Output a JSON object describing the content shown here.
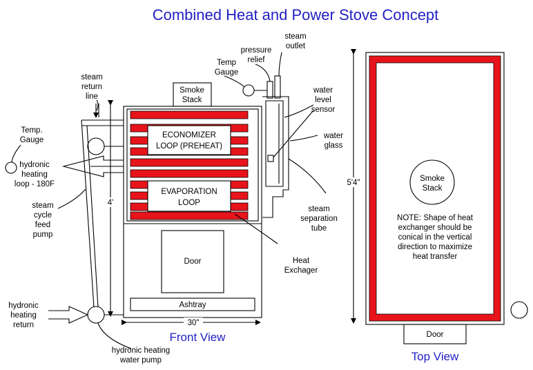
{
  "title": "Combined Heat and Power Stove Concept",
  "colors": {
    "title": "#2121c4",
    "heat_exchanger": "#e8141b",
    "outline": "#000000"
  },
  "front_view": {
    "caption": "Front View",
    "smoke_stack": [
      "Smoke",
      "Stack"
    ],
    "economizer": [
      "ECONOMIZER",
      "LOOP (PREHEAT)"
    ],
    "evaporation": [
      "EVAPORATION",
      "LOOP"
    ],
    "door": "Door",
    "ashtray": "Ashtray",
    "width_dim": "30\"",
    "height_dim": "4'"
  },
  "labels": {
    "steam_outlet": [
      "steam",
      "outlet"
    ],
    "pressure_relief": [
      "pressure",
      "relief"
    ],
    "temp_gauge_top": [
      "Temp",
      "Gauge"
    ],
    "steam_return": [
      "steam",
      "return",
      "line"
    ],
    "water_level_sensor": [
      "water",
      "level",
      "sensor"
    ],
    "water_glass": [
      "water",
      "glass"
    ],
    "temp_gauge_left": [
      "Temp.",
      "Gauge"
    ],
    "hydronic_loop": [
      "hydronic",
      "heating",
      "loop - 180F"
    ],
    "steam_feed_pump": [
      "steam",
      "cycle",
      "feed",
      "pump"
    ],
    "steam_separation": [
      "steam",
      "separation",
      "tube"
    ],
    "heat_exchager": [
      "Heat",
      "Exchager"
    ],
    "hydronic_return": [
      "hydronic",
      "heating",
      "return"
    ],
    "hydronic_pump": [
      "hydronic heating",
      "water pump"
    ]
  },
  "top_view": {
    "caption": "Top View",
    "smoke_stack": [
      "Smoke",
      "Stack"
    ],
    "note": [
      "NOTE: Shape of heat",
      "exchanger should be",
      "conical in the vertical",
      "direction to maximize",
      "heat transfer"
    ],
    "door": "Door",
    "depth_dim": "5'4\""
  },
  "icons": [
    "circle-gauge-icon",
    "pump-circle-icon",
    "arrow-icon"
  ]
}
